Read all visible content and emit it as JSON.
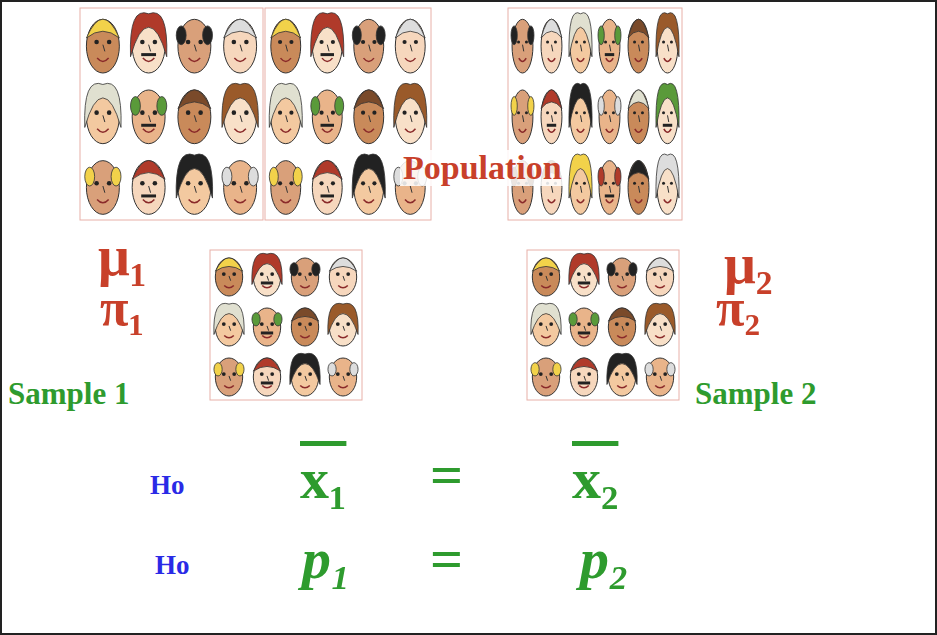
{
  "diagram": {
    "labels": [
      "Population",
      "μ₁",
      "π₁",
      "Sample 1",
      "μ₂",
      "π₂",
      "Sample 2",
      "Ho",
      "x₁",
      "=",
      "x₂",
      "Ho",
      "p₁",
      "=",
      "p₂"
    ]
  }
}
